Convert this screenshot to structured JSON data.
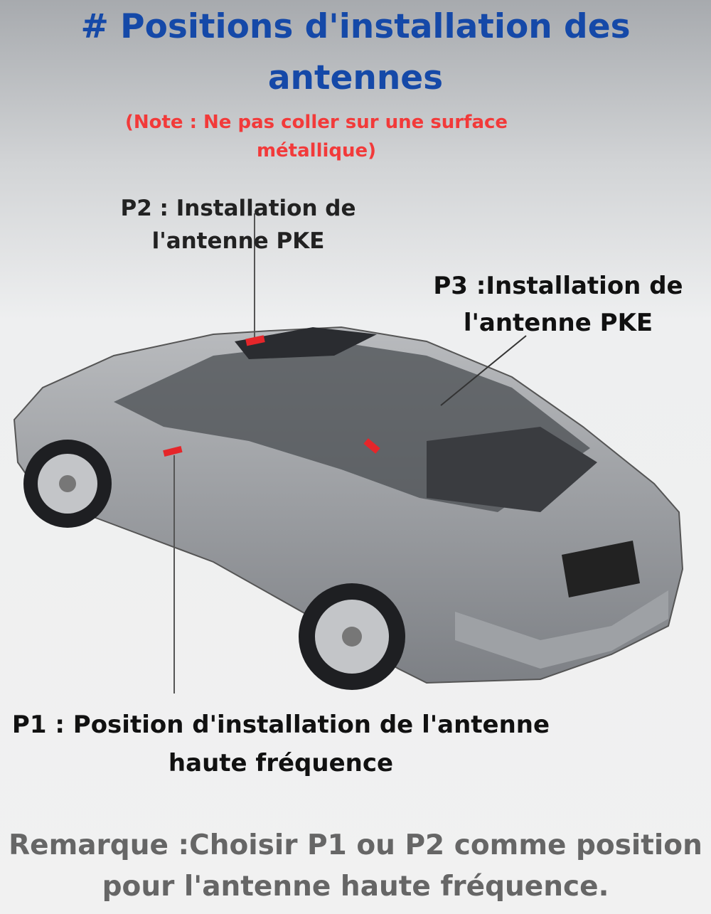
{
  "title": "# Positions d'installation des antennes",
  "note": "(Note : Ne pas coller sur une surface métallique)",
  "labels": {
    "p2": "P2 : Installation de l'antenne PKE",
    "p3": "P3 :Installation de l'antenne PKE",
    "p1": "P1 : Position d'installation de l'antenne haute fréquence"
  },
  "remark": "Remarque :Choisir P1 ou P2 comme position pour l'antenne haute fréquence.",
  "colors": {
    "title": "#1549a8",
    "note": "#f23a3a",
    "marker": "#e5262a",
    "remark": "#666666"
  }
}
